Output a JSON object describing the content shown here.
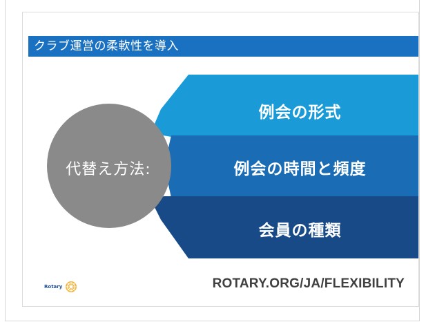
{
  "slide": {
    "title": "クラブ運営の柔軟性を導入",
    "center_label": "代替え方法:",
    "options": [
      {
        "label": "例会の形式",
        "color": "#1b9ad8"
      },
      {
        "label": "例会の時間と頻度",
        "color": "#1a6db5"
      },
      {
        "label": "会員の種類",
        "color": "#174a87"
      }
    ],
    "circle_color": "#8a8a8a",
    "title_bar_color": "#1a71c1",
    "logo_text": "Rotary",
    "logo_icon": "rotary-wheel-icon",
    "url": "ROTARY.ORG/JA/FLEXIBILITY"
  }
}
